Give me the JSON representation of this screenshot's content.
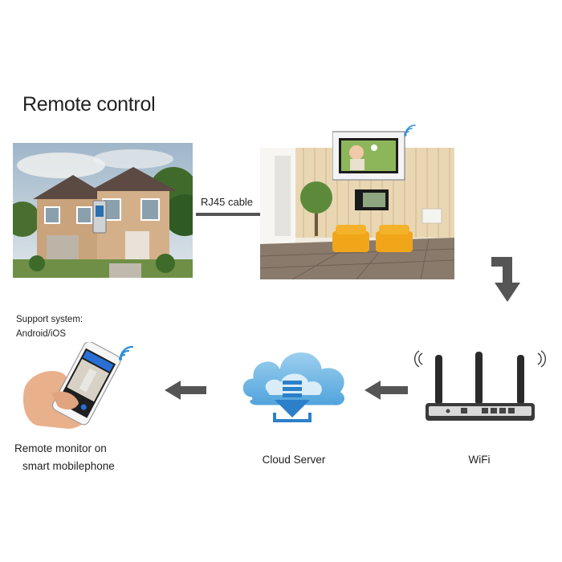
{
  "title": "Remote control",
  "cable_label": "RJ45 cable",
  "support": {
    "line1": "Support system:",
    "line2": "Android/iOS"
  },
  "captions": {
    "phone_line1": "Remote monitor on",
    "phone_line2": "smart mobilephone",
    "cloud": "Cloud Server",
    "wifi": "WiFi"
  }
}
